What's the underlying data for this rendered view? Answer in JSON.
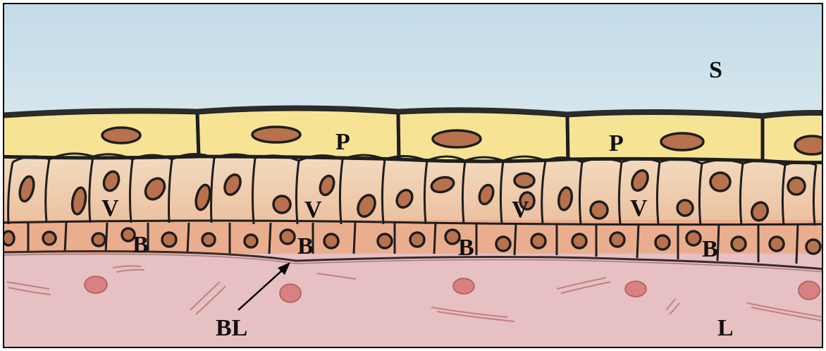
{
  "labels": {
    "surface": "S",
    "lamina": "L",
    "basal_lamina": "BL",
    "parietal": "P",
    "valvular": "V",
    "basal": "B"
  },
  "colors": {
    "lumen": "#c8dde9",
    "superficial_cell": "#f5e38f",
    "intermediate_cell": "#f4d4b0",
    "basal_cell": "#e9a98a",
    "connective_tissue": "#e8c3c6",
    "nucleus": "#b8714d",
    "outline": "#222222"
  }
}
